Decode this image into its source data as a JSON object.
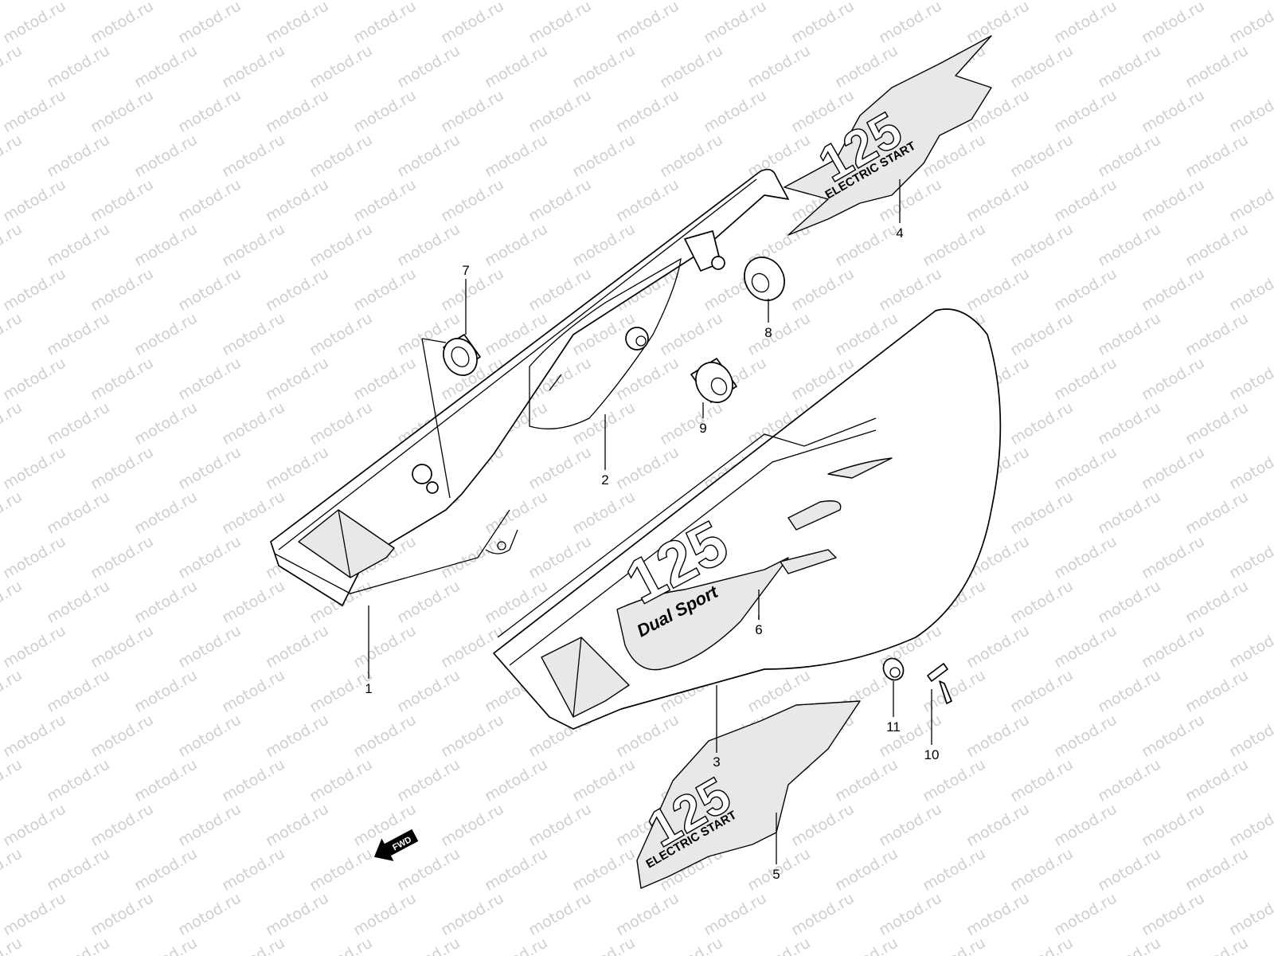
{
  "watermark": {
    "text": "motod.ru"
  },
  "callouts": [
    "1",
    "2",
    "3",
    "4",
    "5",
    "6",
    "7",
    "8",
    "9",
    "10",
    "11"
  ],
  "decals": {
    "model_number": "125",
    "electric_start": "ELECTRIC START",
    "dual_sport": "Dual Sport"
  },
  "fwd_arrow": {
    "label": "FWD"
  }
}
